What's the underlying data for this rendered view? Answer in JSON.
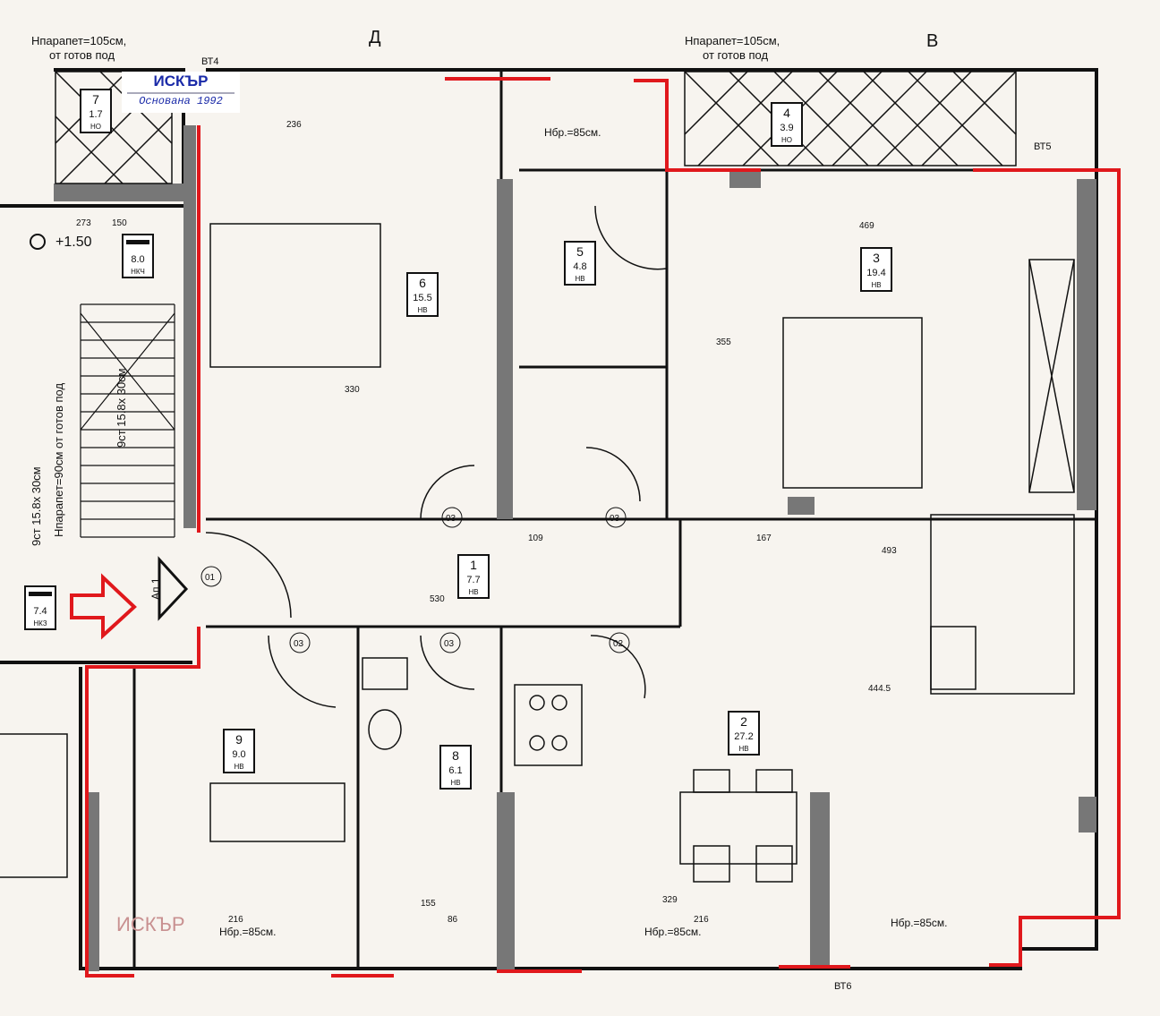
{
  "logo": {
    "name": "ИСКЪР",
    "subtitle": "Основана 1992"
  },
  "watermark": "ИСКЪР",
  "notes": {
    "parapet_left_1": "Нпарапет=105см,",
    "parapet_left_2": "от готов под",
    "parapet_right_1": "Нпарапет=105см,",
    "parapet_right_2": "от готов под",
    "stair_parapet": "Нпарапет=90см от готов под",
    "stair_steps_1": "9ст 15.8х 30см",
    "stair_steps_2": "9ст 15.8х 30см",
    "level": "+1.50",
    "apartment": "Ап.1",
    "window_sill": "Нбр.=85см."
  },
  "axes": {
    "top_d": "Д",
    "top_v": "В"
  },
  "points": [
    "ВТ4",
    "ВТ5",
    "ВТ6"
  ],
  "rooms": [
    {
      "no": "1",
      "area": "7.7",
      "code": "НВ"
    },
    {
      "no": "2",
      "area": "27.2",
      "code": "НВ"
    },
    {
      "no": "3",
      "area": "19.4",
      "code": "НВ"
    },
    {
      "no": "4",
      "area": "3.9",
      "code": "НО"
    },
    {
      "no": "5",
      "area": "4.8",
      "code": "НВ"
    },
    {
      "no": "6",
      "area": "15.5",
      "code": "НВ"
    },
    {
      "no": "7",
      "area": "1.7",
      "code": "НО"
    },
    {
      "no": "8",
      "area": "6.1",
      "code": "НВ"
    },
    {
      "no": "9",
      "area": "9.0",
      "code": "НВ"
    },
    {
      "no": "",
      "area": "8.0",
      "code": "НКЧ"
    },
    {
      "no": "",
      "area": "7.4",
      "code": "НКЗ"
    }
  ],
  "doors": [
    "01",
    "02",
    "03"
  ],
  "dimensions": [
    "236",
    "273",
    "150",
    "330",
    "530",
    "109",
    "167",
    "493",
    "329",
    "216",
    "216",
    "155",
    "86",
    "444.5",
    "355",
    "469"
  ],
  "colors": {
    "outline": "#e0181c",
    "wall": "#111111",
    "paper": "#f7f4ef",
    "logo": "#1a2aa8"
  }
}
